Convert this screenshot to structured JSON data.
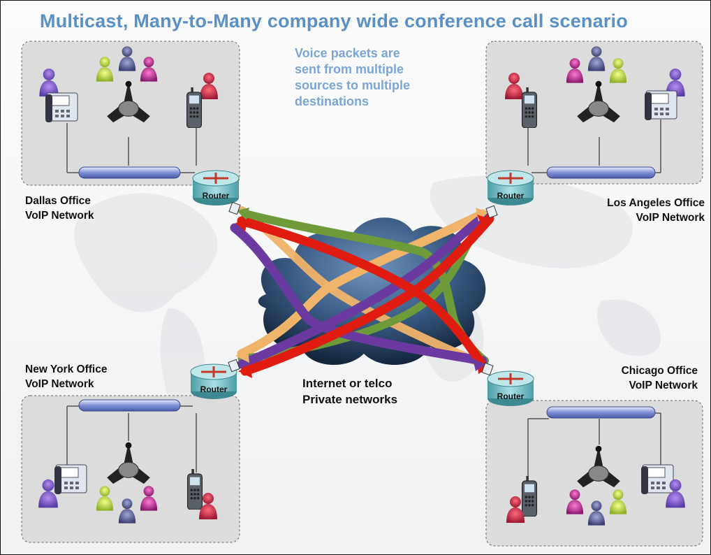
{
  "title": "Multicast, Many-to-Many company wide conference call scenario",
  "voice_note": {
    "line1": "Voice packets are",
    "line2": "sent from multiple",
    "line3": "sources to multiple",
    "line4": "destinations"
  },
  "offices": {
    "dallas": {
      "line1": "Dallas Office",
      "line2": "VoIP Network"
    },
    "los_angeles": {
      "line1": "Los Angeles Office",
      "line2": "VoIP Network"
    },
    "new_york": {
      "line1": "New York Office",
      "line2": "VoIP Network"
    },
    "chicago": {
      "line1": "Chicago Office",
      "line2": "VoIP Network"
    }
  },
  "cloud_label": {
    "line1": "Internet or telco",
    "line2": "Private networks"
  },
  "router_label": "Router",
  "colors": {
    "title": "#5b90c4",
    "note": "#7ba6d4",
    "green": "#6f9a3a",
    "orange": "#f0b36a",
    "purple": "#6b3aa0",
    "red": "#e01c10",
    "cloud": "#3a5c85",
    "router": "#7fc3c9"
  }
}
